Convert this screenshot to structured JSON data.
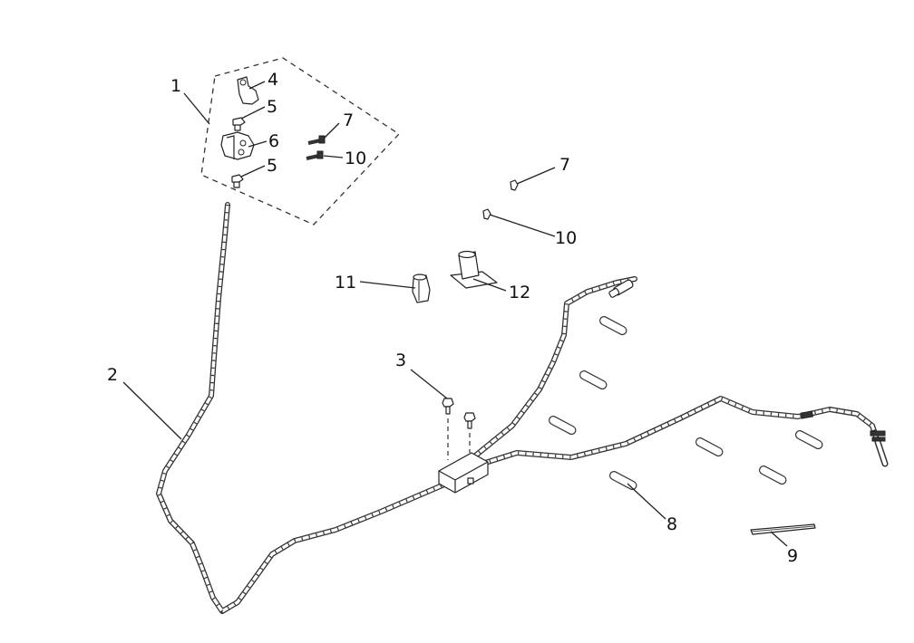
{
  "labels": [
    "1",
    "2",
    "3",
    "4",
    "5",
    "5",
    "6",
    "7",
    "10",
    "7",
    "10",
    "11",
    "12",
    "8",
    "9"
  ]
}
